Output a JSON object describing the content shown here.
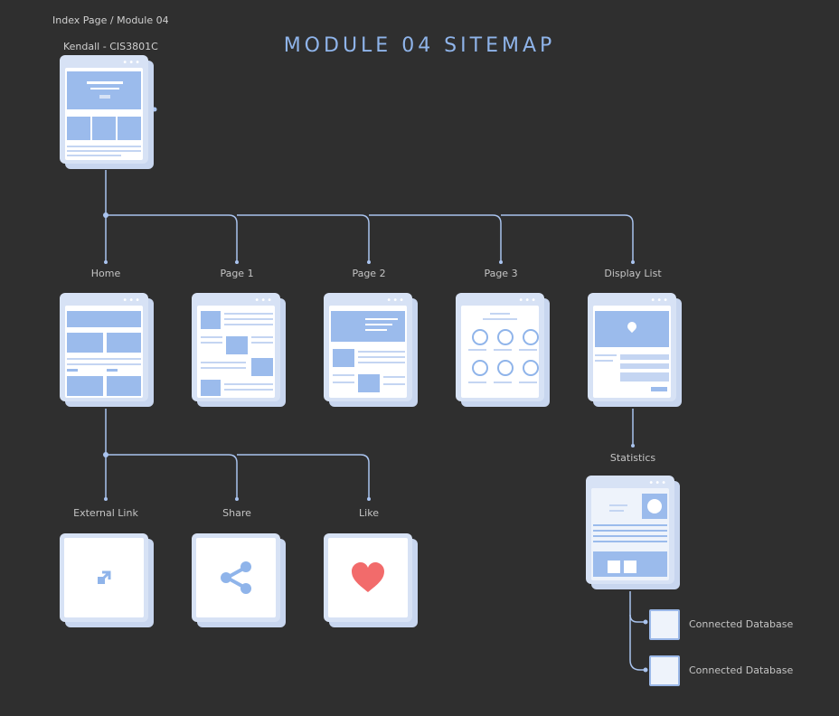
{
  "breadcrumb": "Index Page / Module 04",
  "subtitle": "Kendall - CIS3801C",
  "title": "MODULE 04 SITEMAP",
  "pages": {
    "home": "Home",
    "page1": "Page 1",
    "page2": "Page 2",
    "page3": "Page 3",
    "display_list": "Display List",
    "statistics": "Statistics"
  },
  "actions": {
    "external_link": "External Link",
    "share": "Share",
    "like": "Like"
  },
  "databases": [
    "Connected Database",
    "Connected Database"
  ],
  "colors": {
    "background": "#2f2f2f",
    "title": "#8fb4ea",
    "connector": "#a9c3ee",
    "card": "#d7e2f5",
    "accent": "#8fb4ea",
    "heart": "#f26b6b"
  },
  "window_dots": "•••"
}
